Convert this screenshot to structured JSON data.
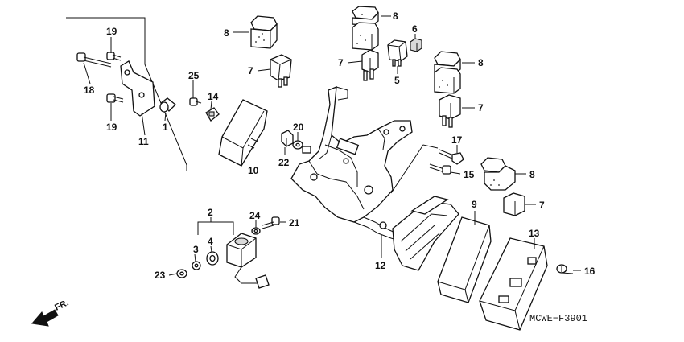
{
  "diagram": {
    "code": "MCWE−F3901",
    "direction": "FR.",
    "callouts": [
      {
        "id": "c1",
        "label": "1"
      },
      {
        "id": "c2",
        "label": "2"
      },
      {
        "id": "c3",
        "label": "3"
      },
      {
        "id": "c4",
        "label": "4"
      },
      {
        "id": "c5",
        "label": "5"
      },
      {
        "id": "c6",
        "label": "6"
      },
      {
        "id": "c7a",
        "label": "7"
      },
      {
        "id": "c7b",
        "label": "7"
      },
      {
        "id": "c7c",
        "label": "7"
      },
      {
        "id": "c7d",
        "label": "7"
      },
      {
        "id": "c8a",
        "label": "8"
      },
      {
        "id": "c8b",
        "label": "8"
      },
      {
        "id": "c8c",
        "label": "8"
      },
      {
        "id": "c8d",
        "label": "8"
      },
      {
        "id": "c9",
        "label": "9"
      },
      {
        "id": "c10",
        "label": "10"
      },
      {
        "id": "c11",
        "label": "11"
      },
      {
        "id": "c12",
        "label": "12"
      },
      {
        "id": "c13",
        "label": "13"
      },
      {
        "id": "c14",
        "label": "14"
      },
      {
        "id": "c15",
        "label": "15"
      },
      {
        "id": "c16",
        "label": "16"
      },
      {
        "id": "c17",
        "label": "17"
      },
      {
        "id": "c18",
        "label": "18"
      },
      {
        "id": "c19a",
        "label": "19"
      },
      {
        "id": "c19b",
        "label": "19"
      },
      {
        "id": "c20",
        "label": "20"
      },
      {
        "id": "c21",
        "label": "21"
      },
      {
        "id": "c22",
        "label": "22"
      },
      {
        "id": "c23",
        "label": "23"
      },
      {
        "id": "c24",
        "label": "24"
      },
      {
        "id": "c25",
        "label": "25"
      }
    ]
  }
}
